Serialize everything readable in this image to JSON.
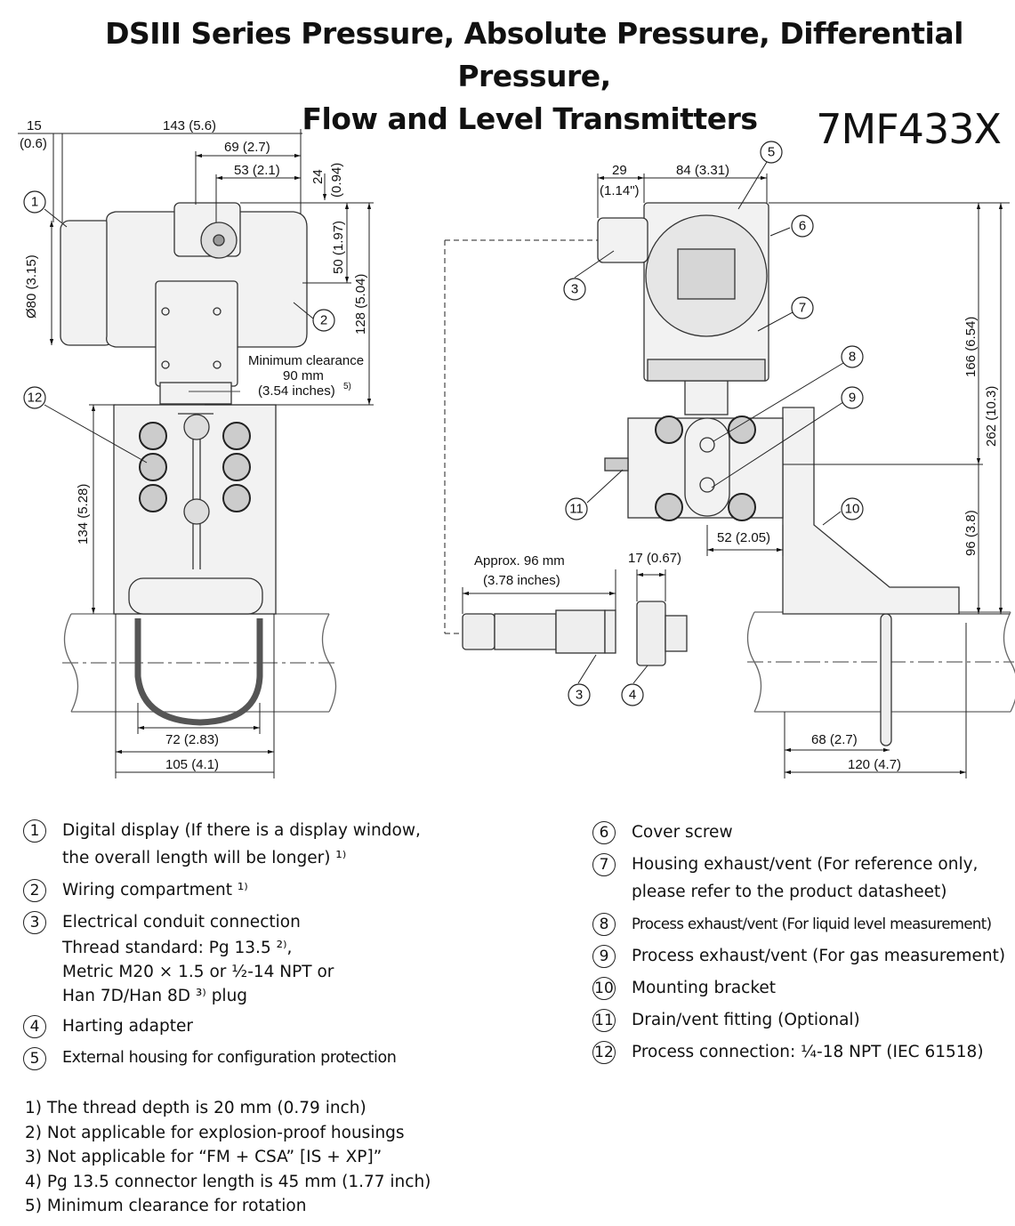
{
  "title": {
    "line1": "DSIII Series Pressure, Absolute Pressure, Differential Pressure,",
    "line2": "Flow and Level Transmitters"
  },
  "model": "7MF433X",
  "dimensions": {
    "d15": "15",
    "d15b": "(0.6)",
    "d143": "143 (5.6)",
    "d69": "69 (2.7)",
    "d53": "53 (2.1)",
    "d24": "24",
    "d24b": "(0.94)",
    "d50": "50 (1.97)",
    "d128": "128 (5.04)",
    "d80": "Ø80 (3.15)",
    "clear1": "Minimum clearance",
    "clear2": "90 mm",
    "clear3": "(3.54 inches)",
    "clear3sup": "5)",
    "d134": "134 (5.28)",
    "d72": "72 (2.83)",
    "d105": "105 (4.1)",
    "d29": "29",
    "d29b": "(1.14\")",
    "d84": "84 (3.31)",
    "d166": "166 (6.54)",
    "d262": "262 (10.3)",
    "d96v": "96 (3.8)",
    "d52": "52 (2.05)",
    "approx1": "Approx. 96 mm",
    "approx2": "(3.78 inches)",
    "d17": "17 (0.67)",
    "d68": "68 (2.7)",
    "d120": "120 (4.7)"
  },
  "callouts": {
    "c1": "1",
    "c2": "2",
    "c3": "3",
    "c4": "4",
    "c5": "5",
    "c6": "6",
    "c7": "7",
    "c8": "8",
    "c9": "9",
    "c10": "10",
    "c11": "11",
    "c12": "12"
  },
  "legend": [
    {
      "num": "1",
      "lines": [
        "Digital display (If there is a display window,",
        "the overall length will be longer) ¹⁾"
      ]
    },
    {
      "num": "2",
      "lines": [
        "Wiring compartment ¹⁾"
      ]
    },
    {
      "num": "3",
      "lines": [
        "Electrical conduit connection",
        "Thread standard: Pg 13.5 ²⁾,",
        "Metric M20 × 1.5 or ½-14 NPT or",
        "Han 7D/Han 8D ³⁾ plug"
      ]
    },
    {
      "num": "4",
      "lines": [
        "Harting adapter"
      ]
    },
    {
      "num": "5",
      "lines": [
        "External housing for configuration protection"
      ]
    },
    {
      "num": "6",
      "lines": [
        "Cover screw"
      ]
    },
    {
      "num": "7",
      "lines": [
        "Housing exhaust/vent (For reference only,",
        "please refer to the product datasheet)"
      ]
    },
    {
      "num": "8",
      "lines": [
        "Process exhaust/vent (For liquid level measurement)"
      ]
    },
    {
      "num": "9",
      "lines": [
        "Process exhaust/vent (For gas measurement)"
      ]
    },
    {
      "num": "10",
      "lines": [
        "Mounting bracket"
      ]
    },
    {
      "num": "11",
      "lines": [
        "Drain/vent fitting (Optional)"
      ]
    },
    {
      "num": "12",
      "lines": [
        "Process connection:  ¼-18 NPT (IEC 61518)"
      ]
    }
  ],
  "notes": [
    "1)  The thread depth is 20 mm (0.79 inch)",
    "2)  Not applicable for explosion-proof housings",
    "3)  Not applicable for “FM + CSA” [IS + XP]”",
    "4)  Pg 13.5 connector length is 45 mm (1.77 inch)",
    "5)  Minimum clearance for rotation"
  ]
}
